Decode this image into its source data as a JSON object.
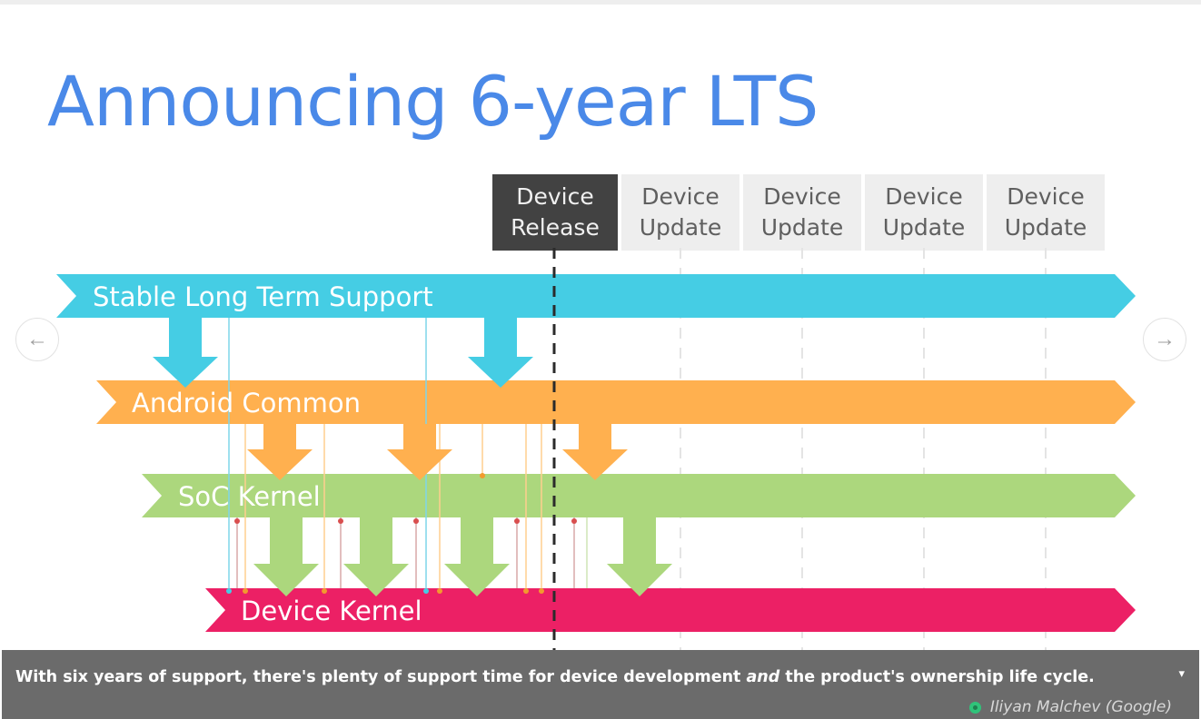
{
  "slide": {
    "title": "Announcing 6-year LTS",
    "headers": [
      {
        "line1": "Device",
        "line2": "Release"
      },
      {
        "line1": "Device",
        "line2": "Update"
      },
      {
        "line1": "Device",
        "line2": "Update"
      },
      {
        "line1": "Device",
        "line2": "Update"
      },
      {
        "line1": "Device",
        "line2": "Update"
      }
    ],
    "bands": [
      {
        "label": "Stable Long Term Support",
        "color": "#45cde4"
      },
      {
        "label": "Android Common",
        "color": "#ffb04f"
      },
      {
        "label": "SoC Kernel",
        "color": "#acd77d"
      },
      {
        "label": "Device Kernel",
        "color": "#ec2065"
      }
    ]
  },
  "nav": {
    "prev_icon": "arrow-left-icon",
    "next_icon": "arrow-right-icon",
    "prev_glyph": "←",
    "next_glyph": "→"
  },
  "caption": {
    "text_before": "With six years of support, there's plenty of support time for device development ",
    "text_emphasis": "and",
    "text_after": " the product's ownership life cycle.",
    "toggle_icon": "caret-down-icon",
    "toggle_glyph": "▾",
    "credit": "Iliyan Malchev (Google)",
    "credit_icon": "camera-icon"
  }
}
